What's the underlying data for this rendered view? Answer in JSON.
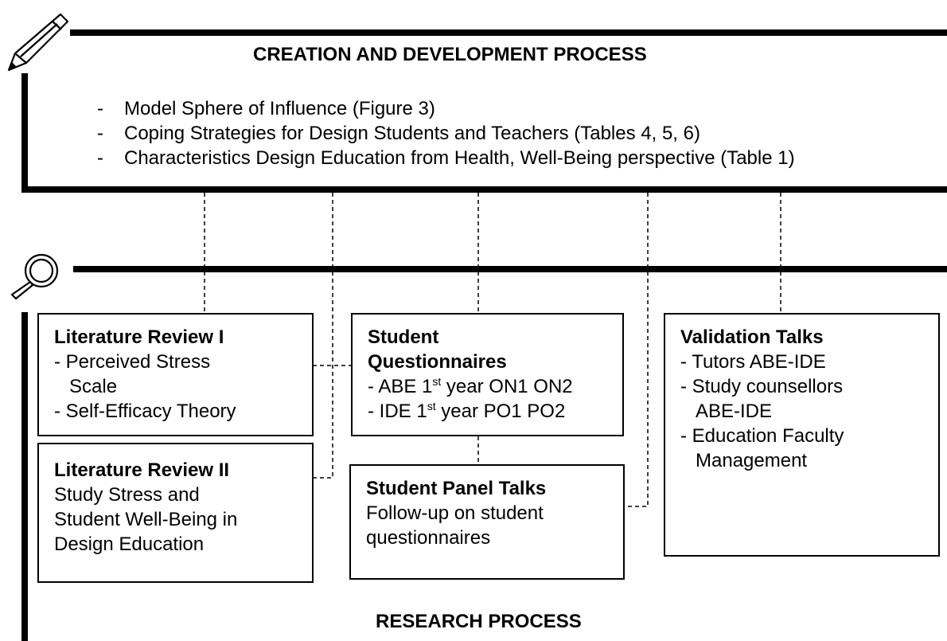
{
  "creation": {
    "title": "CREATION AND DEVELOPMENT PROCESS",
    "bullets": [
      "Model Sphere of Influence (Figure 3)",
      "Coping Strategies for Design Students and Teachers (Tables 4, 5, 6)",
      "Characteristics Design Education from Health, Well-Being perspective (Table 1)"
    ],
    "bullet_marker": "-",
    "icon": "pencil-icon"
  },
  "research": {
    "title": "RESEARCH PROCESS",
    "icon": "magnifier-icon"
  },
  "boxes": {
    "lit1": {
      "title": "Literature Review I",
      "lines": [
        "- Perceived Stress",
        "Scale",
        "- Self-Efficacy Theory"
      ]
    },
    "lit2": {
      "title": "Literature Review II",
      "lines": [
        "Study Stress and",
        "Student Well-Being in",
        "Design Education"
      ]
    },
    "quest": {
      "title_line1": "Student",
      "title_line2": "Questionnaires",
      "l1_pre": "- ABE 1",
      "l1_sup": "st",
      "l1_post": " year ON1 ON2",
      "l2_pre": "- IDE 1",
      "l2_sup": "st",
      "l2_post": " year PO1 PO2"
    },
    "panel": {
      "title": "Student Panel Talks",
      "lines": [
        "Follow-up on student",
        "questionnaires"
      ]
    },
    "valid": {
      "title": "Validation Talks",
      "lines": [
        "- Tutors ABE-IDE",
        "- Study counsellors",
        "ABE-IDE",
        "- Education Faculty",
        "Management"
      ]
    }
  }
}
